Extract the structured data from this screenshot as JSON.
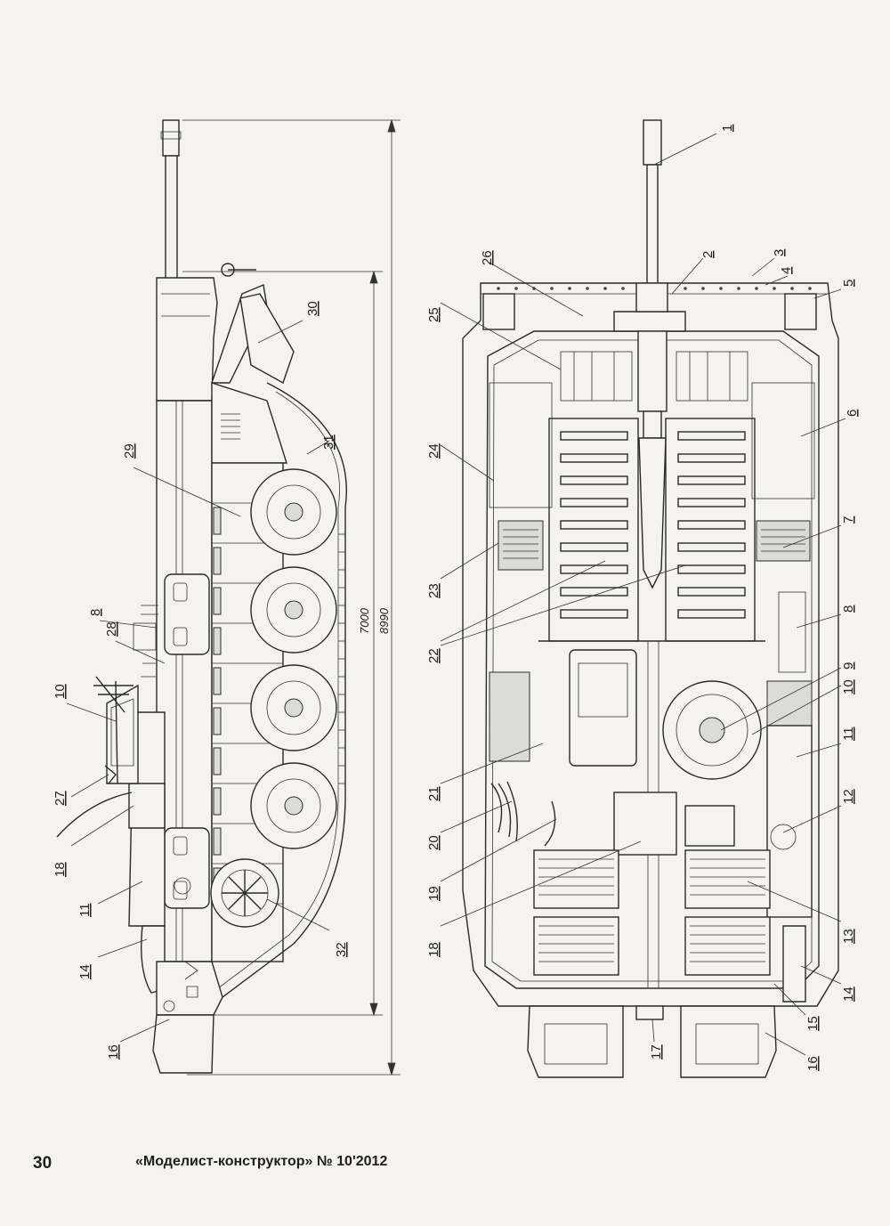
{
  "callouts_side": [
    "29",
    "8",
    "28",
    "10",
    "27",
    "18",
    "11",
    "14",
    "16",
    "30",
    "31",
    "32"
  ],
  "callouts_top": [
    "1",
    "2",
    "3",
    "4",
    "5",
    "6",
    "7",
    "8",
    "9",
    "10",
    "11",
    "12",
    "13",
    "14",
    "15",
    "16",
    "17",
    "18",
    "19",
    "20",
    "21",
    "22",
    "23",
    "24",
    "25",
    "26"
  ],
  "dimensions": {
    "inner": "7000",
    "overall": "8990"
  },
  "footer": {
    "page_number": "30",
    "magazine": "«Моделист-конструктор» № 10'2012"
  }
}
